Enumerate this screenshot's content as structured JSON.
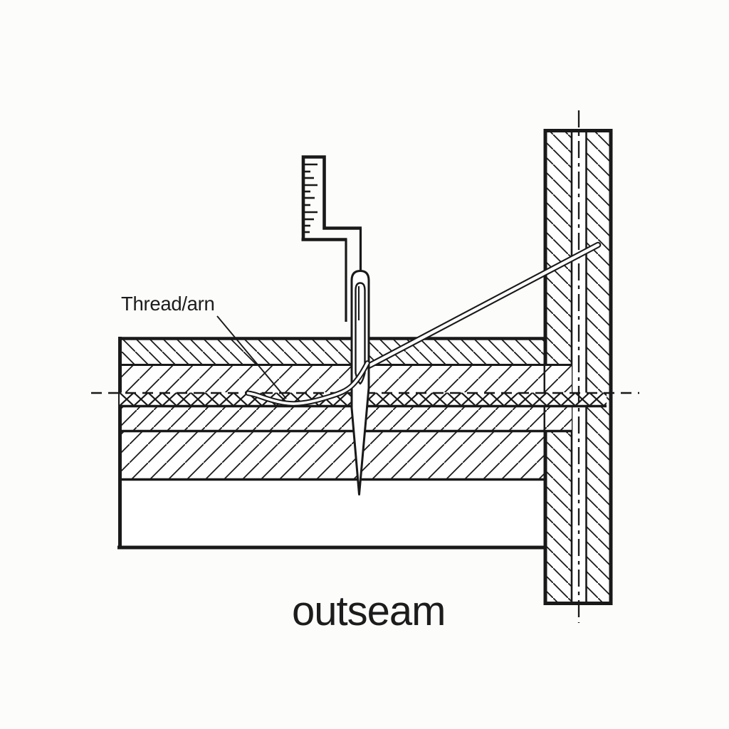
{
  "diagram": {
    "type": "technical-line-drawing",
    "subject": "Cross-section of a sewing machine needle and thread stitching through a stack of fabric layers against a vertical seam post",
    "labels": {
      "thread_label": "Thread/arn",
      "seam_label": "outseam"
    },
    "colors": {
      "ink": "#191919",
      "background": "#fcfcfa",
      "fill": "#ffffff"
    },
    "parts": [
      "ruler-gauge",
      "needle-bar",
      "needle",
      "needle-eye",
      "thread-yarn",
      "fabric-layer-top",
      "fabric-layer-second",
      "interlining-zigzag-layer",
      "fabric-layer-fourth",
      "fabric-layer-fifth",
      "fabric-layer-bottom",
      "seam-post",
      "horizontal-centerline",
      "vertical-centerline",
      "label-leader-line"
    ]
  }
}
